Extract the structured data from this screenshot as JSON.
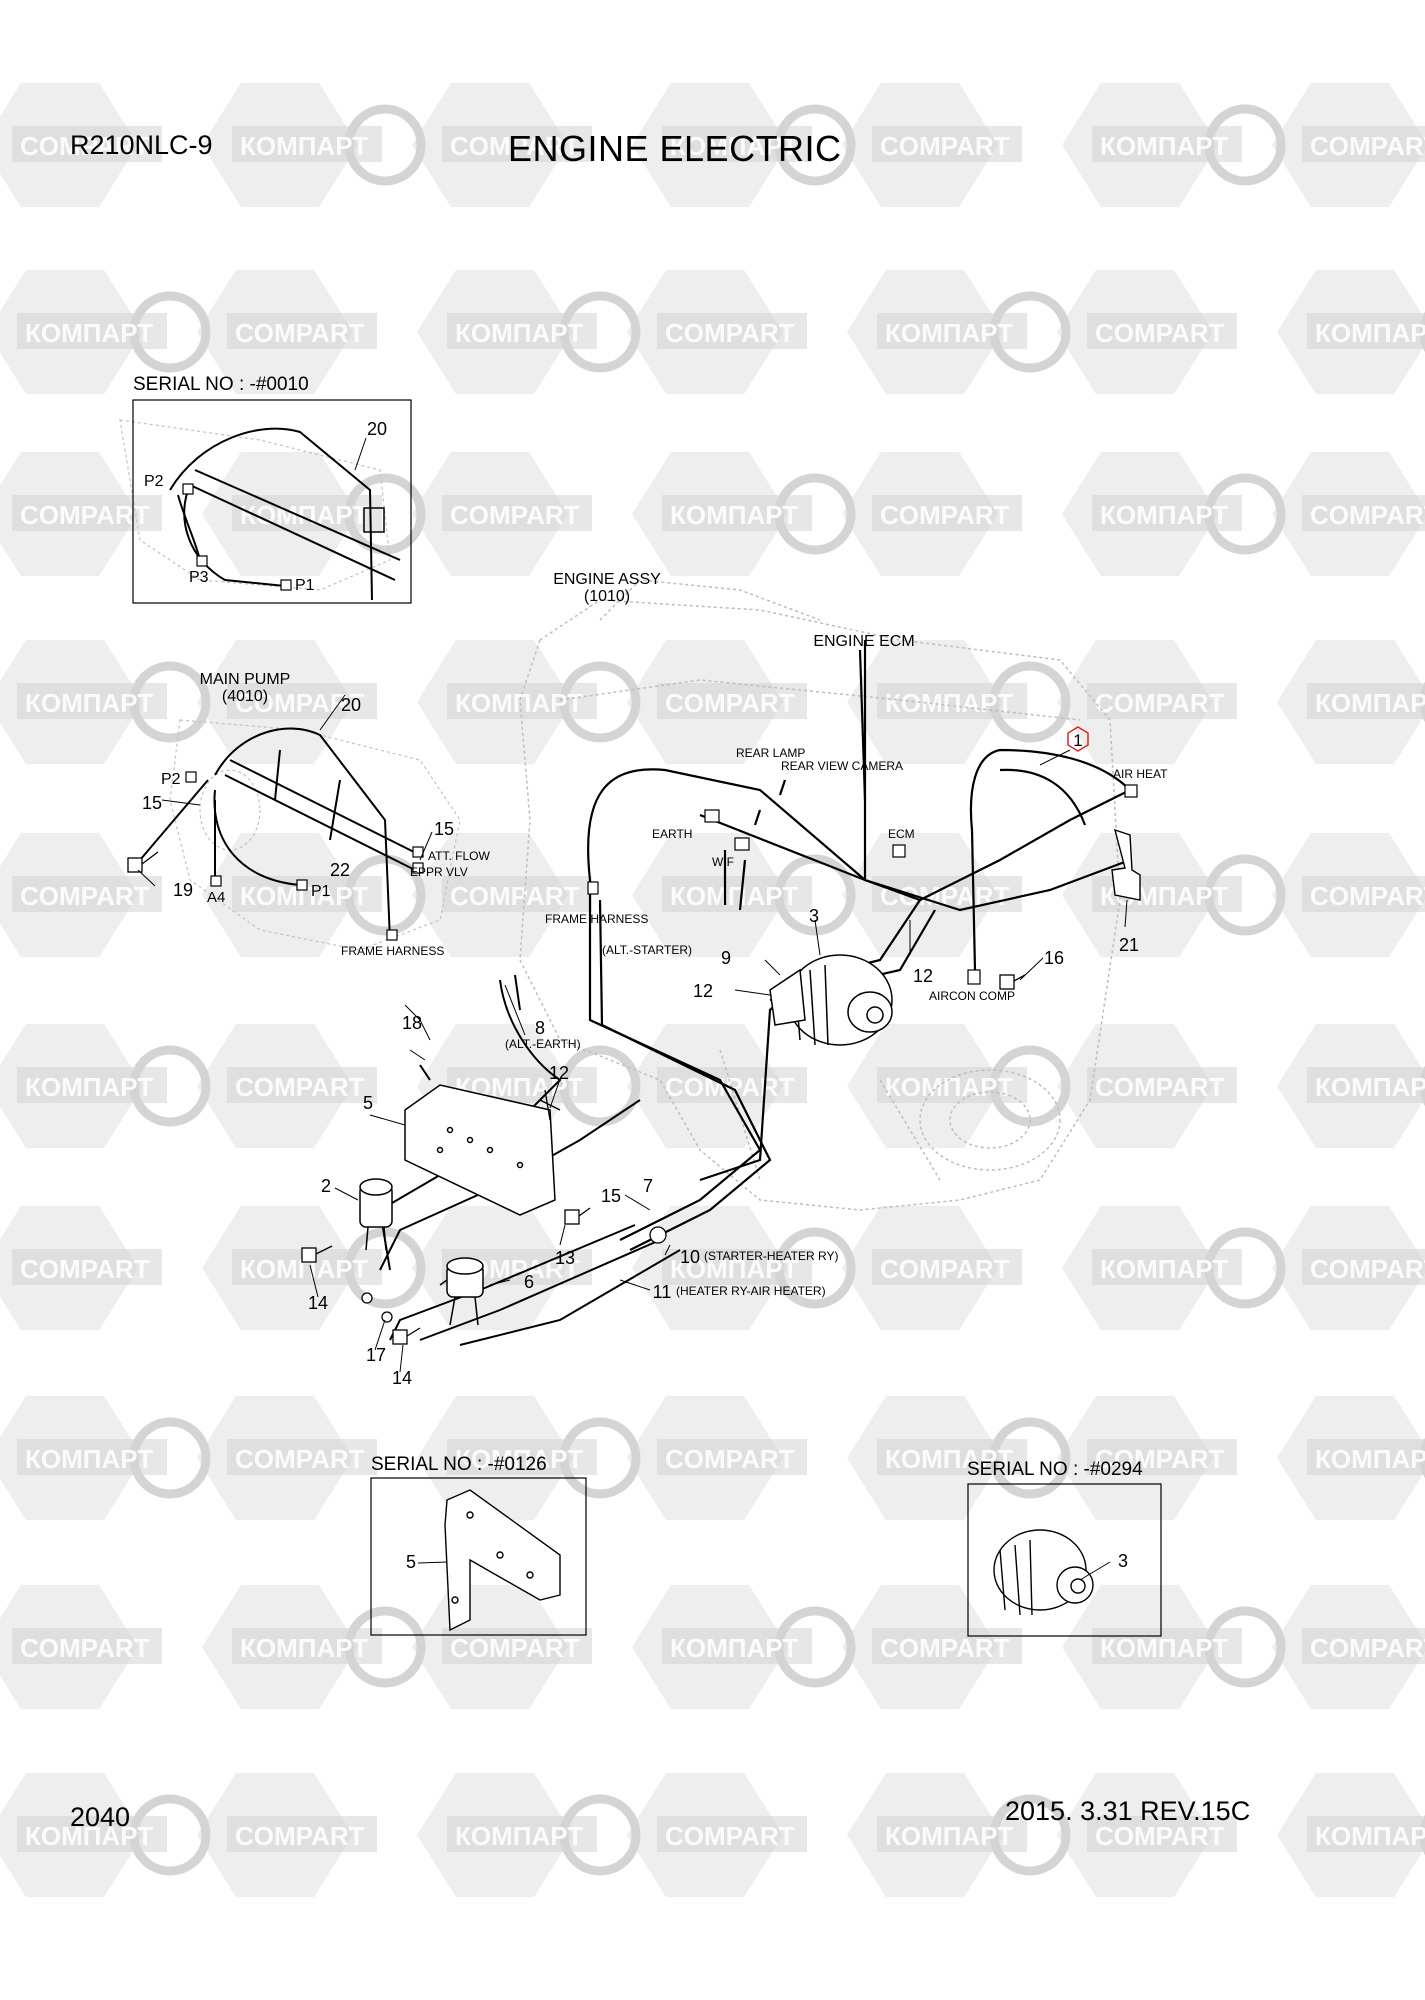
{
  "header": {
    "model": "R210NLC-9",
    "title": "ENGINE ELECTRIC"
  },
  "footer": {
    "page_number": "2040",
    "revision": "2015. 3.31  REV.15C"
  },
  "watermark": {
    "left_text": "КОМПАРТ",
    "right_text": "COMPART"
  },
  "insets": {
    "serial_0010": "SERIAL NO : -#0010",
    "serial_0126": "SERIAL NO : -#0126",
    "serial_0294": "SERIAL NO : -#0294"
  },
  "assemblies": {
    "engine_assy": "ENGINE ASSY",
    "engine_assy_code": "(1010)",
    "main_pump": "MAIN PUMP",
    "main_pump_code": "(4010)",
    "engine_ecm": "ENGINE ECM"
  },
  "callouts": {
    "c1": "1",
    "c2": "2",
    "c3": "3",
    "c3b": "3",
    "c5": "5",
    "c5b": "5",
    "c6": "6",
    "c7": "7",
    "c8": "8",
    "c9": "9",
    "c10": "10",
    "c11": "11",
    "c12a": "12",
    "c12b": "12",
    "c12c": "12",
    "c13": "13",
    "c14a": "14",
    "c14b": "14",
    "c15a": "15",
    "c15b": "15",
    "c15c": "15",
    "c16": "16",
    "c17": "17",
    "c18": "18",
    "c19": "19",
    "c20a": "20",
    "c20b": "20",
    "c21": "21",
    "c22": "22"
  },
  "connectors": {
    "p1a": "P1",
    "p2a": "P2",
    "p3": "P3",
    "p1b": "P1",
    "p2b": "P2",
    "a4": "A4",
    "att_flow": "ATT. FLOW",
    "eppr_vlv": "EPPR VLV",
    "frame_harness_a": "FRAME HARNESS",
    "frame_harness_b": "FRAME HARNESS",
    "rear_lamp": "REAR LAMP",
    "rear_view_camera": "REAR VIEW CAMERA",
    "earth": "EARTH",
    "wif": "WIF",
    "ecm": "ECM",
    "air_heat": "AIR HEAT",
    "aircon_comp": "AIRCON COMP",
    "alt_starter": "(ALT.-STARTER)",
    "alt_earth": "(ALT.-EARTH)",
    "starter_heater": "(STARTER-HEATER RY)",
    "heater_air": "(HEATER RY-AIR HEATER)"
  },
  "colors": {
    "line": "#000000",
    "ghost": "#b8b8b8",
    "watermark_hex": "#eeeeee",
    "watermark_text": "#d4d4d4",
    "highlight": "#d9261c"
  }
}
